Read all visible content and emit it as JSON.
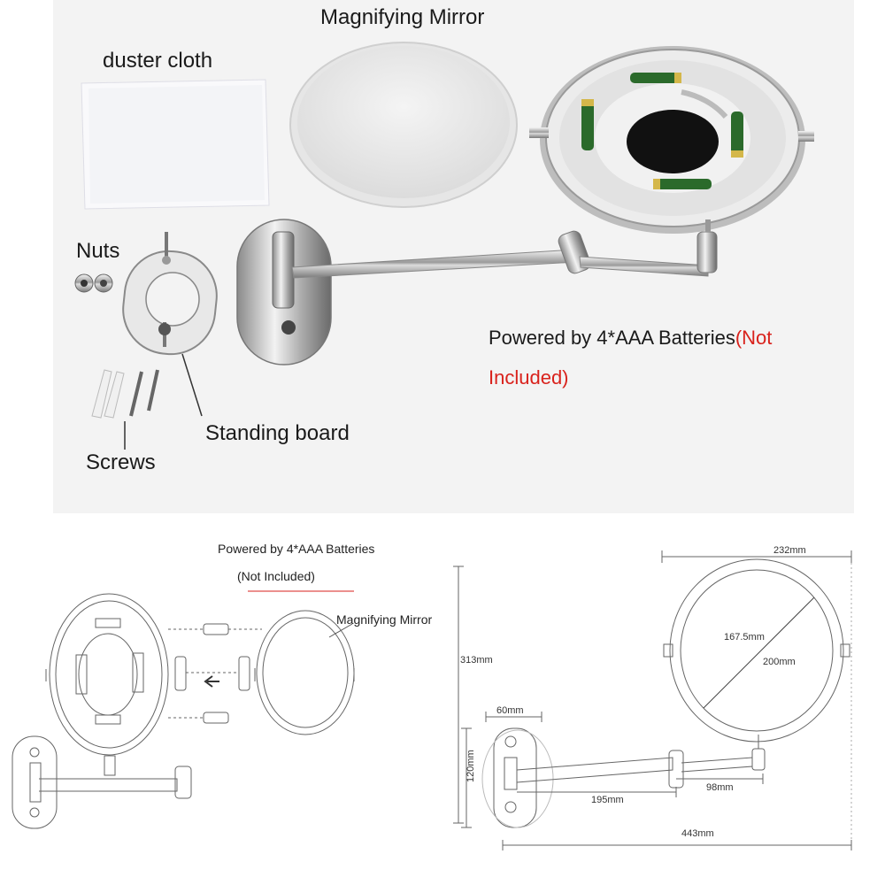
{
  "photo": {
    "magnifying_mirror": "Magnifying Mirror",
    "duster_cloth": "duster cloth",
    "nuts": "Nuts",
    "standing_board": "Standing board",
    "screws": "Screws",
    "powered_by": "Powered by 4*AAA Batteries",
    "not_included_open": "(Not",
    "not_included_close": "Included)"
  },
  "drawing": {
    "powered_by": "Powered by 4*AAA Batteries",
    "not_included": "(Not Included)",
    "magnifying_mirror": "Magnifying Mirror"
  },
  "dimensions": {
    "width_total": "232mm",
    "mirror_inner": "167.5mm",
    "mirror_outer": "200mm",
    "height_total": "313mm",
    "base_width": "60mm",
    "base_height": "120mm",
    "arm_long": "195mm",
    "arm_short": "98mm",
    "length_total": "443mm"
  },
  "colors": {
    "accent_red": "#d9221c",
    "chrome": "#c8c8c8",
    "line": "#555555"
  }
}
